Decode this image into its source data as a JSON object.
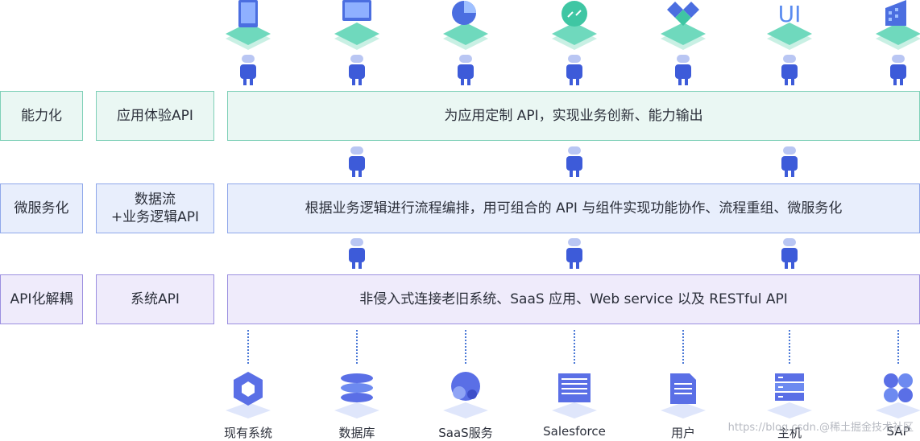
{
  "rows": [
    {
      "level": "能力化",
      "api": "应用体验API",
      "description": "为应用定制 API，实现业务创新、能力输出"
    },
    {
      "level": "微服务化",
      "api": "数据流\n+业务逻辑API",
      "description": "根据业务逻辑进行流程编排，用可组合的 API 与组件实现功能协作、流程重组、微服务化"
    },
    {
      "level": "API化解耦",
      "api": "系统API",
      "description": "非侵入式连接老旧系统、SaaS 应用、Web service 以及 RESTful API"
    }
  ],
  "sources": [
    {
      "label": "现有系统",
      "icon": "existing-system-icon"
    },
    {
      "label": "数据库",
      "icon": "database-icon"
    },
    {
      "label": "SaaS服务",
      "icon": "saas-service-icon"
    },
    {
      "label": "Salesforce",
      "icon": "salesforce-icon"
    },
    {
      "label": "用户",
      "icon": "user-document-icon"
    },
    {
      "label": "主机",
      "icon": "host-server-icon"
    },
    {
      "label": "SAP",
      "icon": "sap-icon"
    }
  ],
  "top_icons": [
    "mobile-app-icon",
    "desktop-icon",
    "chart-icon",
    "link-icon",
    "diamond-icon",
    "ui-icon",
    "building-icon"
  ],
  "top_ui_text": "UI",
  "watermark": "https://blog.csdn.@稀土掘金技术社区",
  "colors": {
    "green_fill": "#eaf7f3",
    "green_border": "#7fd0b8",
    "blue_fill": "#e8eefc",
    "blue_border": "#8fa7ea",
    "purple_fill": "#efebfb",
    "purple_border": "#9b8fe0",
    "plug": "#3d5bd9",
    "plug_light": "#b9c6f3",
    "teal": "#5fd3b3"
  }
}
